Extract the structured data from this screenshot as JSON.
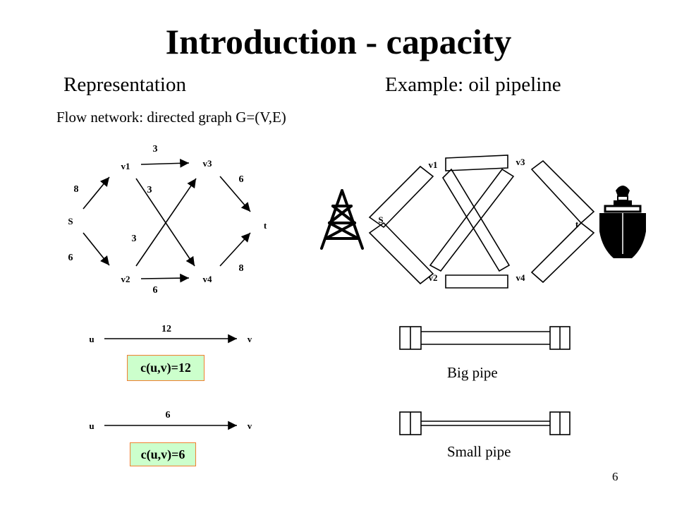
{
  "title": "Introduction - capacity",
  "left_heading": "Representation",
  "right_heading": "Example: oil pipeline",
  "subtitle": "Flow network: directed graph G=(V,E)",
  "page_number": "6",
  "flow_graph": {
    "nodes": [
      {
        "id": "s",
        "label": "S"
      },
      {
        "id": "v1",
        "label": "v1"
      },
      {
        "id": "v2",
        "label": "v2"
      },
      {
        "id": "v3",
        "label": "v3"
      },
      {
        "id": "v4",
        "label": "v4"
      },
      {
        "id": "t",
        "label": "t"
      }
    ],
    "edges": [
      {
        "from": "s",
        "to": "v1",
        "capacity": "8"
      },
      {
        "from": "s",
        "to": "v2",
        "capacity": "6"
      },
      {
        "from": "v1",
        "to": "v3",
        "capacity": "3"
      },
      {
        "from": "v1",
        "to": "v4",
        "capacity": "3"
      },
      {
        "from": "v2",
        "to": "v3",
        "capacity": "3"
      },
      {
        "from": "v2",
        "to": "v4",
        "capacity": "6"
      },
      {
        "from": "v3",
        "to": "t",
        "capacity": "6"
      },
      {
        "from": "v4",
        "to": "t",
        "capacity": "8"
      }
    ]
  },
  "examples": [
    {
      "from_label": "u",
      "to_label": "v",
      "capacity": "12",
      "formula": "c(u,v)=12"
    },
    {
      "from_label": "u",
      "to_label": "v",
      "capacity": "6",
      "formula": "c(u,v)=6"
    }
  ],
  "pipeline": {
    "nodes": [
      "S",
      "v1",
      "v2",
      "v3",
      "v4",
      "t"
    ]
  },
  "pipe_labels": {
    "big": "Big pipe",
    "small": "Small pipe"
  },
  "icons": [
    "oil-derrick-icon",
    "ship-icon"
  ]
}
